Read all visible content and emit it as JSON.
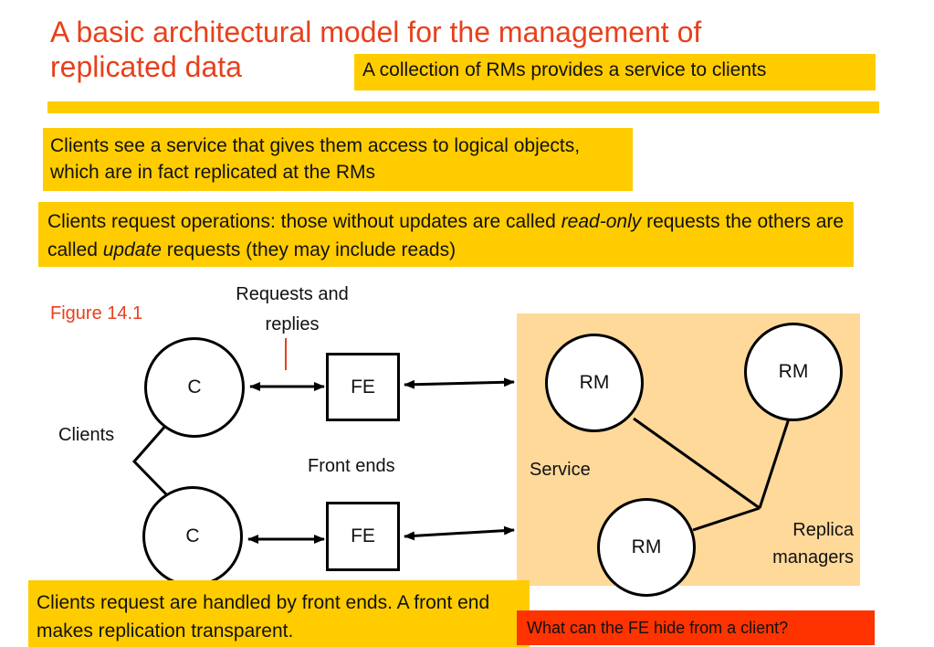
{
  "slide": {
    "title": "A basic architectural model for the management of replicated data",
    "subtitle": "A collection of RMs provides a service to clients",
    "note_clients_see": "Clients see a service that gives them access to logical objects, which are in  fact replicated at the RMs",
    "note_requests": {
      "part1": "Clients request operations: those without updates are called ",
      "readonly": "read-only",
      "part2": " requests the others are called ",
      "update": "update",
      "part3": " requests (they may include reads)"
    },
    "note_front_ends": "Clients request are handled by front ends. A front end makes replication transparent.",
    "question": "What can the FE hide from a client?",
    "colors": {
      "title": "#e8401c",
      "note_bg": "#ffcc00",
      "service_bg": "#fed99a",
      "question_bg": "#ff3300"
    }
  },
  "diagram": {
    "figure_label": "Figure 14.1",
    "requests_label": "Requests and replies",
    "clients_label": "Clients",
    "front_ends_label": "Front ends",
    "service_label": "Service",
    "replica_managers_label": "Replica managers",
    "client_nodes": [
      "C",
      "C"
    ],
    "fe_nodes": [
      "FE",
      "FE"
    ],
    "rm_nodes": [
      "RM",
      "RM",
      "RM"
    ]
  }
}
